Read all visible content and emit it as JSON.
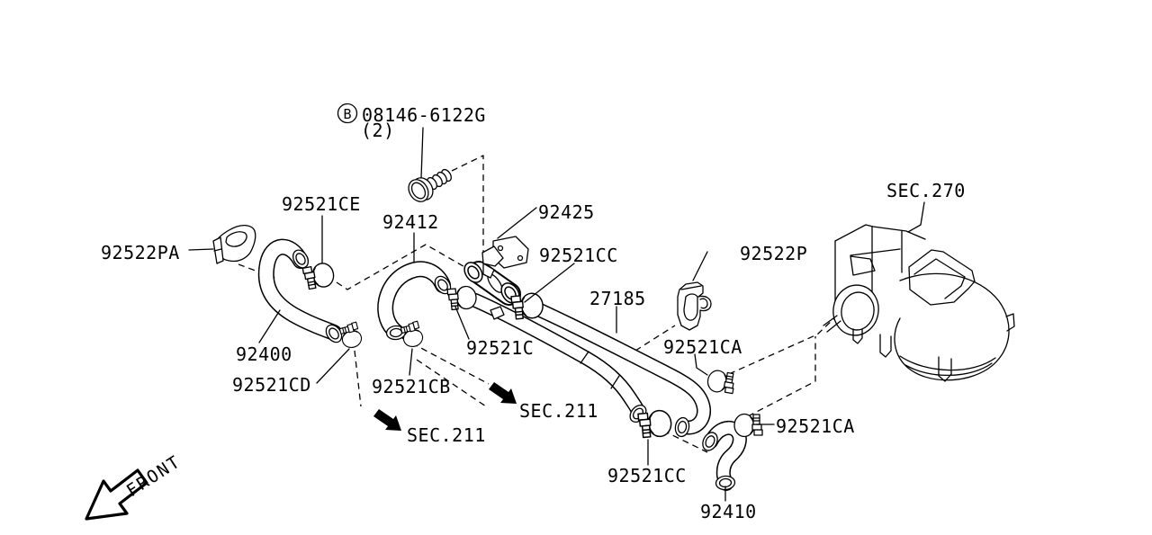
{
  "colors": {
    "background": "#ffffff",
    "line": "#000000"
  },
  "labels": {
    "bolt_circle_letter": "B",
    "bolt_part_number": "08146-6122G",
    "bolt_quantity": "(2)",
    "clamp_ce": "92521CE",
    "hose_92412": "92412",
    "valve_92425": "92425",
    "clamp_cc_upper": "92521CC",
    "mount_92522pa": "92522PA",
    "mount_92522p": "92522P",
    "section_270": "SEC.270",
    "tube_27185": "27185",
    "hose_92400": "92400",
    "clamp_c": "92521C",
    "clamp_ca_upper": "92521CA",
    "clamp_cd": "92521CD",
    "clamp_cb": "92521CB",
    "section_211_right": "SEC.211",
    "section_211_left": "SEC.211",
    "clamp_cc_lower": "92521CC",
    "clamp_ca_lower": "92521CA",
    "hose_92410": "92410",
    "front_indicator": "FRONT"
  }
}
